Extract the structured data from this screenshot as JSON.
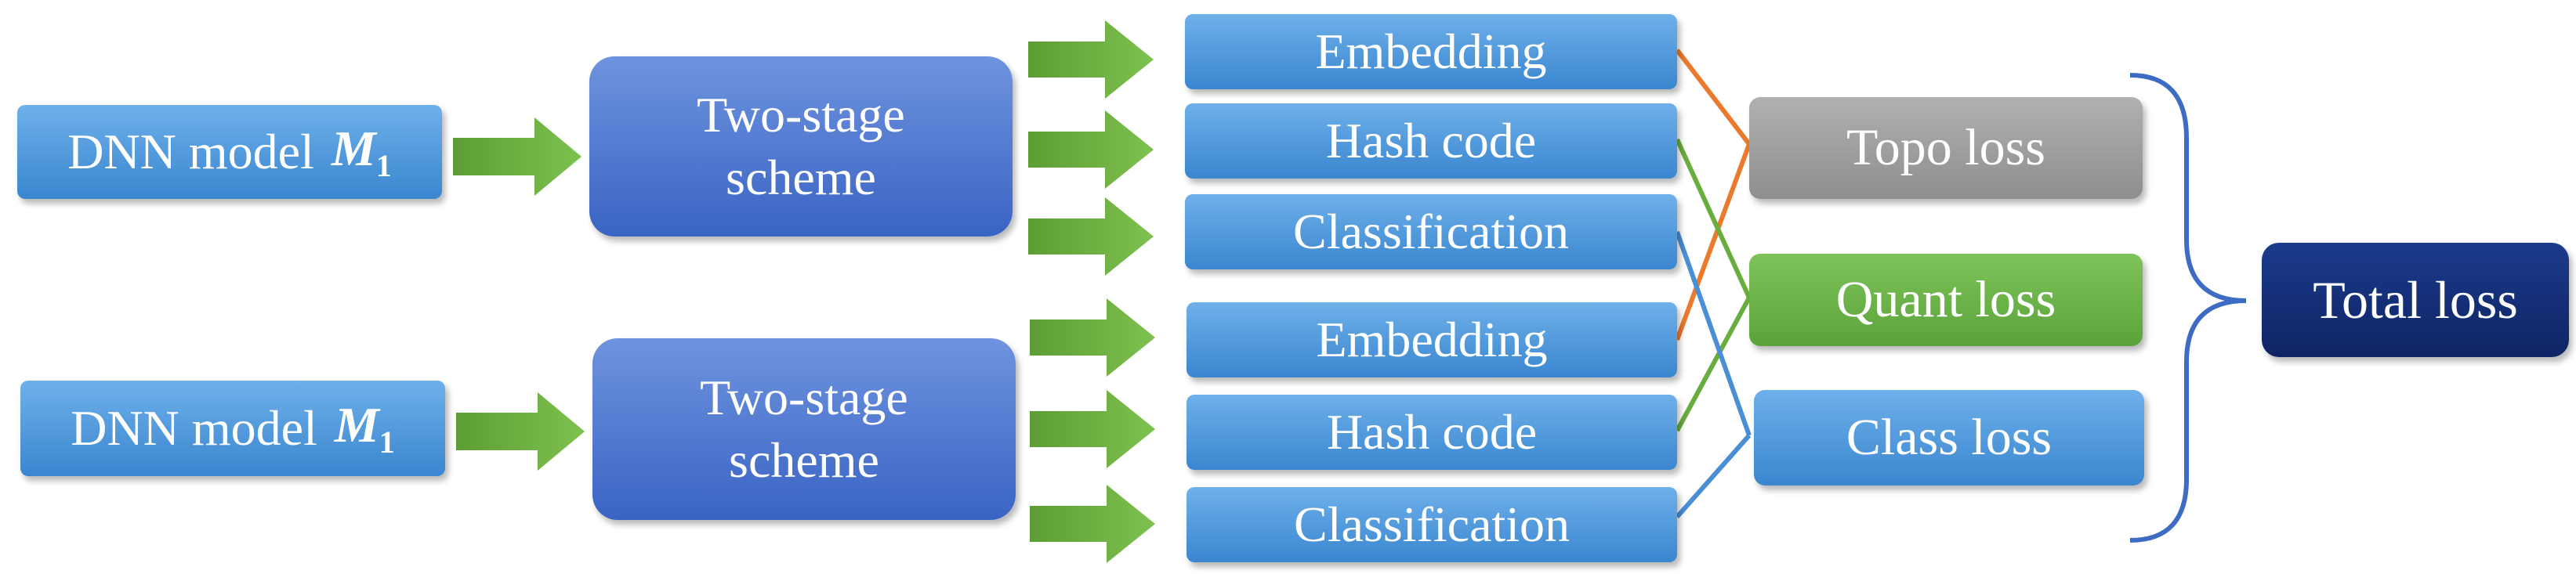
{
  "colors": {
    "arrow_green": "#6aad3f",
    "topo_link": "#ec7a2c",
    "quant_link": "#6aad3f",
    "class_link": "#4a8fd6",
    "brace": "#3e6cc4"
  },
  "models": [
    {
      "label": "DNN model",
      "symbol": "M",
      "subscript": "1"
    },
    {
      "label": "DNN model",
      "symbol": "M",
      "subscript": "1"
    }
  ],
  "schemes": [
    {
      "line1": "Two-stage",
      "line2": "scheme"
    },
    {
      "line1": "Two-stage",
      "line2": "scheme"
    }
  ],
  "outputs": [
    "Embedding",
    "Hash code",
    "Classification",
    "Embedding",
    "Hash code",
    "Classification"
  ],
  "losses": {
    "topo": "Topo loss",
    "quant": "Quant loss",
    "class": "Class loss",
    "total": "Total loss"
  }
}
